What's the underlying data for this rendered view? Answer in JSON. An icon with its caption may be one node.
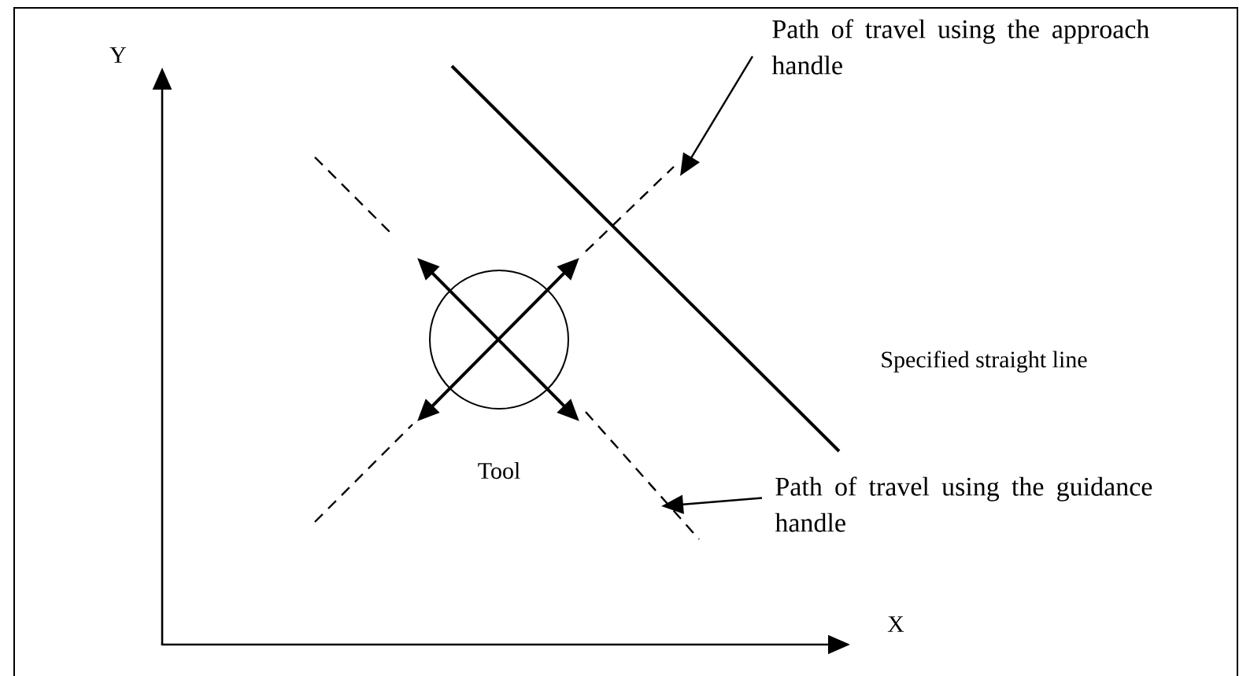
{
  "diagram": {
    "nodes": [
      {
        "text": [
          "Tool"
        ]
      },
      {
        "text": [
          "Path of travel using the approach handle"
        ]
      },
      {
        "text": [
          "Path of travel using the guidance handle"
        ]
      }
    ],
    "edges": [
      {
        "from": 1,
        "to": null,
        "arrow": "to"
      },
      {
        "from": 2,
        "to": null,
        "arrow": "to"
      }
    ],
    "labels": [
      "Y",
      "X",
      "Specified straight line"
    ]
  }
}
